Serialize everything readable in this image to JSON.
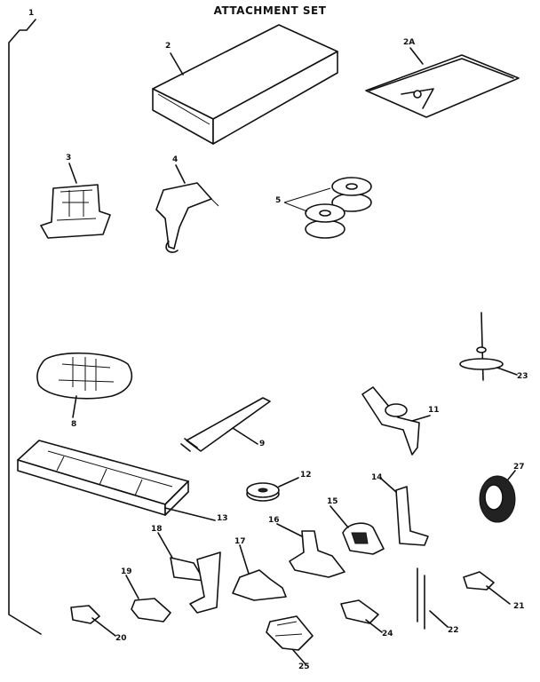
{
  "title": "ATTACHMENT SET",
  "callouts": {
    "c1": "1",
    "c2": "2",
    "c2a": "2A",
    "c3": "3",
    "c4": "4",
    "c5": "5",
    "c8": "8",
    "c9": "9",
    "c11": "11",
    "c12": "12",
    "c13": "13",
    "c14": "14",
    "c15": "15",
    "c16": "16",
    "c17": "17",
    "c18": "18",
    "c19": "19",
    "c20": "20",
    "c21": "21",
    "c22": "22",
    "c23": "23",
    "c24": "24",
    "c25": "25",
    "c27": "27"
  }
}
